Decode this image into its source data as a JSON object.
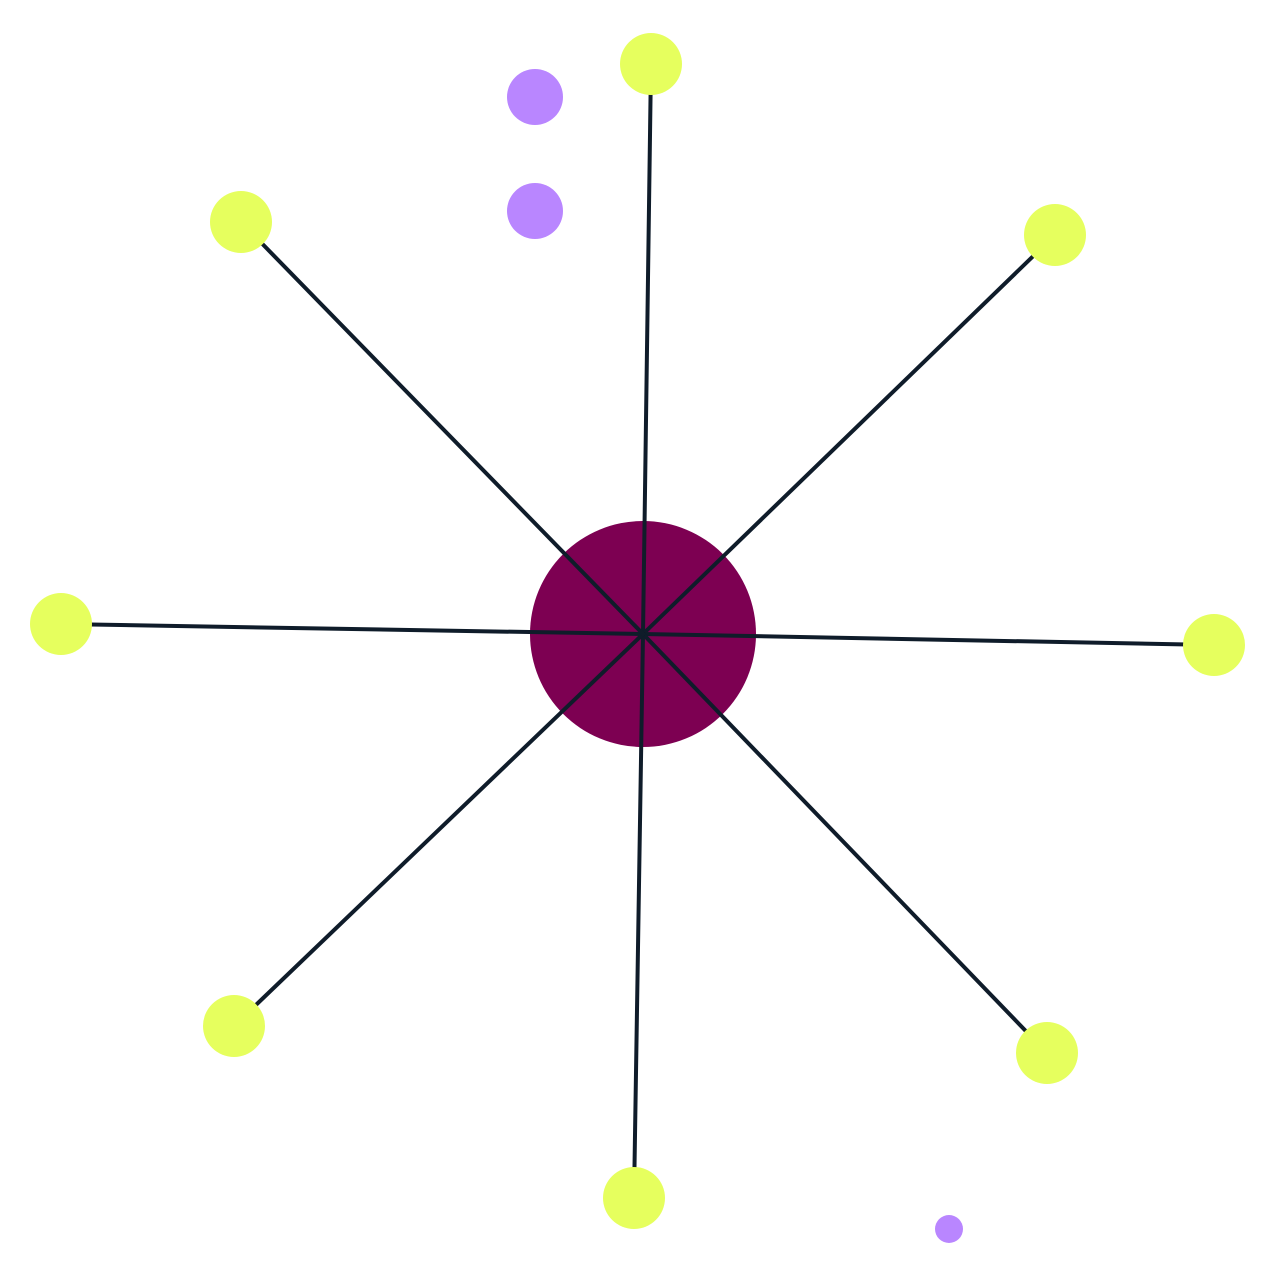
{
  "colors": {
    "background": "#ffffff",
    "edge": "#0f1c2a",
    "hub": "#7d0052",
    "leaf": "#e6ff5e",
    "stray": "#b986ff"
  },
  "graph": {
    "hub": {
      "id": "hub"
    },
    "leaves": [
      {
        "id": "leaf-top"
      },
      {
        "id": "leaf-top-right"
      },
      {
        "id": "leaf-right"
      },
      {
        "id": "leaf-bottom-right"
      },
      {
        "id": "leaf-bottom"
      },
      {
        "id": "leaf-bottom-left"
      },
      {
        "id": "leaf-left"
      },
      {
        "id": "leaf-top-left"
      }
    ],
    "edges": [
      {
        "from": "hub",
        "to": "leaf-top"
      },
      {
        "from": "hub",
        "to": "leaf-top-right"
      },
      {
        "from": "hub",
        "to": "leaf-right"
      },
      {
        "from": "hub",
        "to": "leaf-bottom-right"
      },
      {
        "from": "hub",
        "to": "leaf-bottom"
      },
      {
        "from": "hub",
        "to": "leaf-bottom-left"
      },
      {
        "from": "hub",
        "to": "leaf-left"
      },
      {
        "from": "hub",
        "to": "leaf-top-left"
      }
    ],
    "isolated_nodes": [
      {
        "id": "stray-upper"
      },
      {
        "id": "stray-middle"
      },
      {
        "id": "stray-small"
      }
    ]
  }
}
